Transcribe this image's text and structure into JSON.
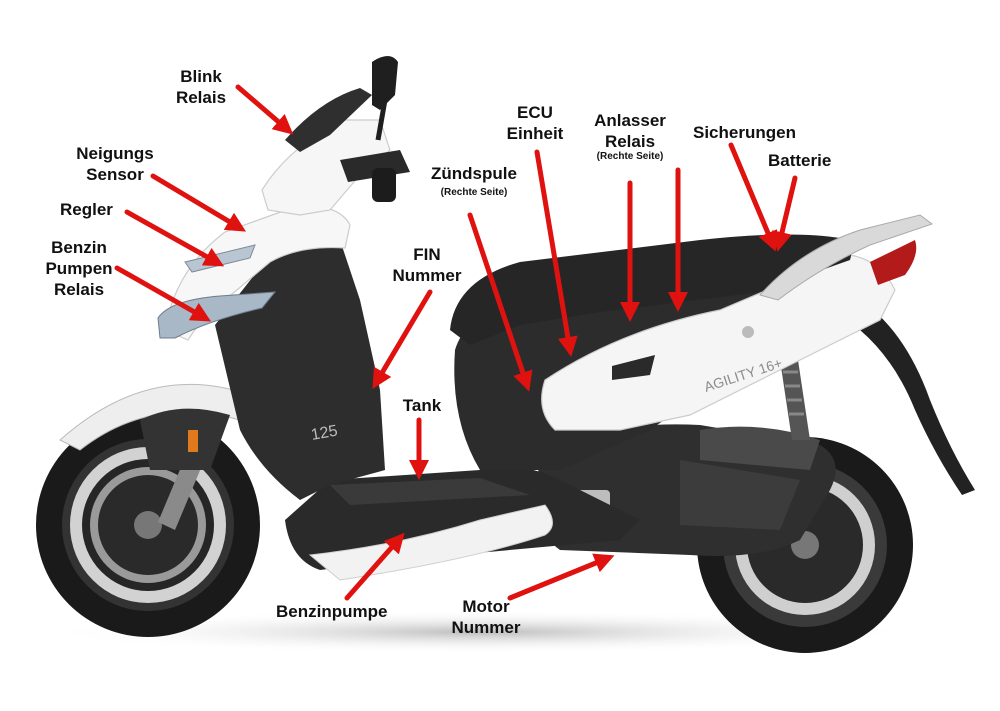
{
  "colors": {
    "arrow": "#e0120f",
    "label_text": "#111111",
    "body_white": "#f4f4f4",
    "body_dark": "#2b2b2b",
    "seat": "#262626"
  },
  "model_badge": "AGILITY 16+",
  "engine_badge": "125",
  "labels": {
    "blink": [
      "Blink",
      "Relais"
    ],
    "neigung": [
      "Neigungs",
      "Sensor"
    ],
    "regler": [
      "Regler"
    ],
    "benzinpumpe_relais": [
      "Benzin",
      "Pumpen",
      "Relais"
    ],
    "fin": [
      "FIN",
      "Nummer"
    ],
    "tank": [
      "Tank"
    ],
    "benzinpumpe": [
      "Benzinpumpe"
    ],
    "zuendspule": [
      "Zündspule"
    ],
    "zuendspule_note": "(Rechte Seite)",
    "ecu": [
      "ECU",
      "Einheit"
    ],
    "anlasser": [
      "Anlasser",
      "Relais"
    ],
    "anlasser_note": "(Rechte Seite)",
    "sicherungen": [
      "Sicherungen"
    ],
    "batterie": [
      "Batterie"
    ],
    "motor": [
      "Motor",
      "Nummer"
    ]
  }
}
